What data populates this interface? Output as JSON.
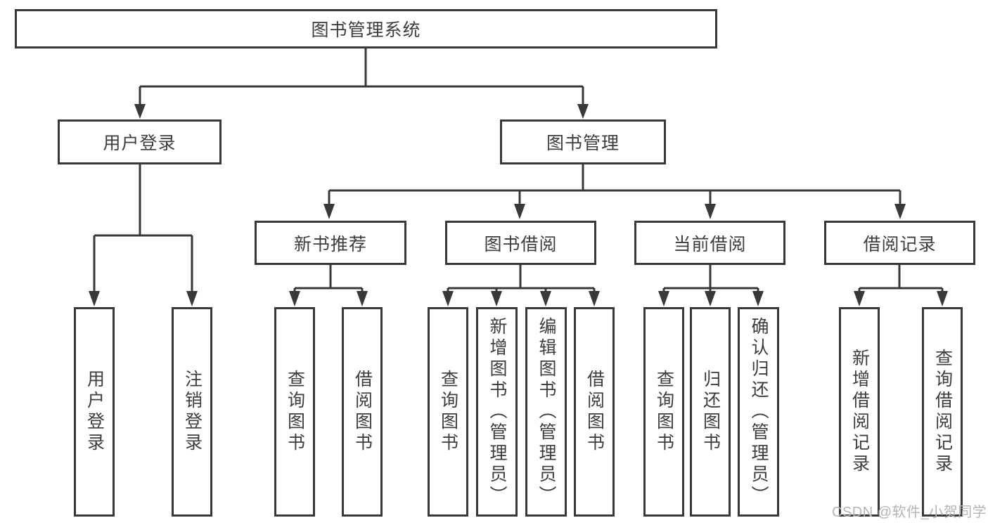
{
  "diagram": {
    "title": "图书管理系统",
    "root": {
      "label": "图书管理系统"
    },
    "level2": [
      {
        "label": "用户登录"
      },
      {
        "label": "图书管理"
      }
    ],
    "level3": [
      {
        "label": "新书推荐"
      },
      {
        "label": "图书借阅"
      },
      {
        "label": "当前借阅"
      },
      {
        "label": "借阅记录"
      }
    ],
    "leaves": {
      "user_login": [
        {
          "label": "用户登录"
        },
        {
          "label": "注销登录"
        }
      ],
      "new_books": [
        {
          "label": "查询图书"
        },
        {
          "label": "借阅图书"
        }
      ],
      "book_borrow": [
        {
          "label": "查询图书"
        },
        {
          "label": "新增图书（管理员）"
        },
        {
          "label": "编辑图书（管理员）"
        },
        {
          "label": "借阅图书"
        }
      ],
      "current_borrow": [
        {
          "label": "查询图书"
        },
        {
          "label": "归还图书"
        },
        {
          "label": "确认归还（管理员）"
        }
      ],
      "borrow_records": [
        {
          "label": "新增借阅记录"
        },
        {
          "label": "查询借阅记录"
        }
      ]
    },
    "watermark": "CSDN @软件_小贺同学",
    "colors": {
      "line": "#383838",
      "box_background": "#ffffff",
      "text": "#3d3d3d",
      "watermark": "#b9b3b3"
    }
  }
}
